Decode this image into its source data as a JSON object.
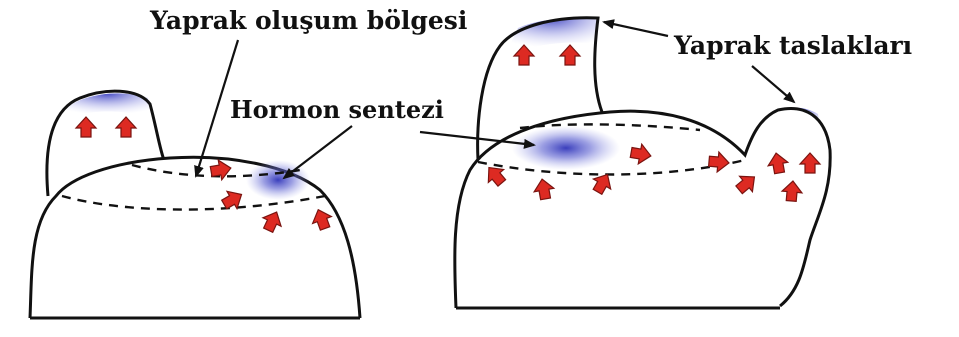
{
  "labels": {
    "leaf_zone": "Yaprak oluşum bölgesi",
    "hormone_synthesis": "Hormon sentezi",
    "leaf_primordia": "Yaprak taslakları"
  },
  "colors": {
    "outline": "#111111",
    "arrow_fill": "#dd2a22",
    "arrow_stroke": "#7a1410",
    "hormone_blue": "#3b3fc0",
    "background": "#ffffff"
  },
  "icons": {
    "growth_arrow": "red-block-arrow",
    "pointer": "black-line-arrow"
  }
}
